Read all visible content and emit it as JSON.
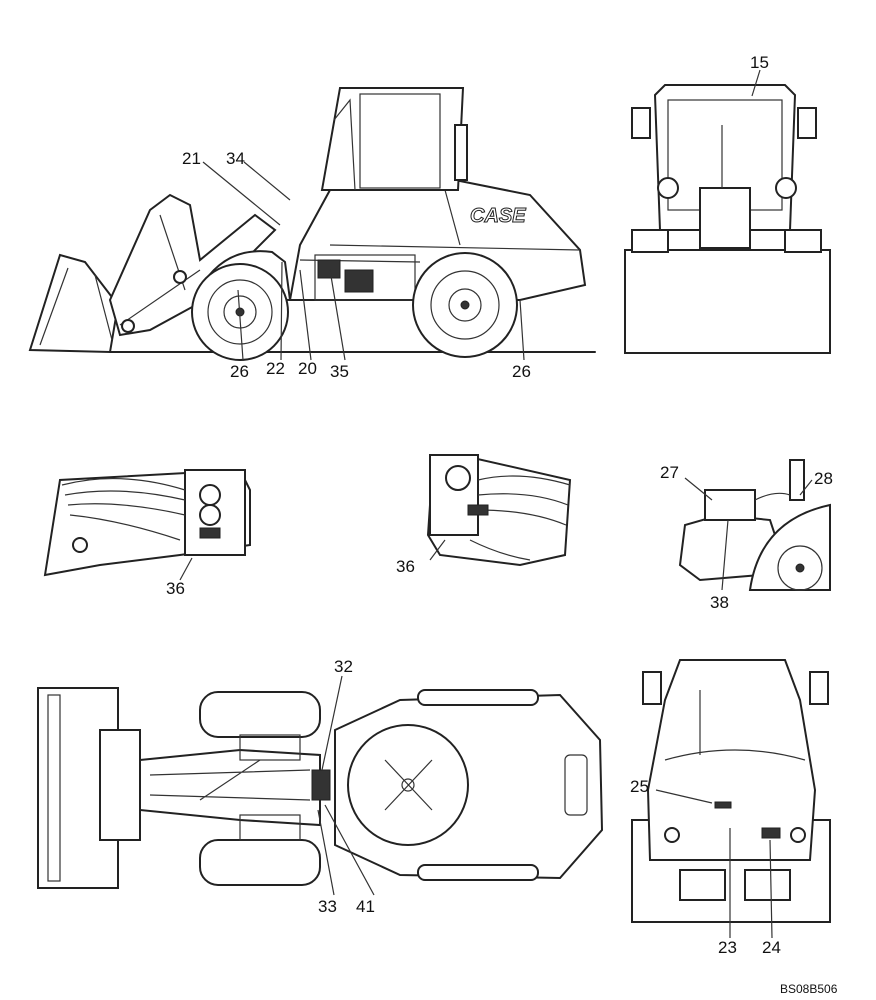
{
  "document_code": "BS08B506",
  "views": {
    "side": {
      "callouts": [
        "21",
        "34",
        "26",
        "22",
        "20",
        "35",
        "26"
      ]
    },
    "front": {
      "callouts": [
        "15"
      ]
    },
    "detail_left": {
      "callouts": [
        "36"
      ]
    },
    "detail_center": {
      "callouts": [
        "36"
      ]
    },
    "detail_right": {
      "callouts": [
        "27",
        "28",
        "38"
      ]
    },
    "top": {
      "callouts": [
        "32",
        "33",
        "41"
      ]
    },
    "rear": {
      "callouts": [
        "25",
        "23",
        "24"
      ]
    }
  }
}
